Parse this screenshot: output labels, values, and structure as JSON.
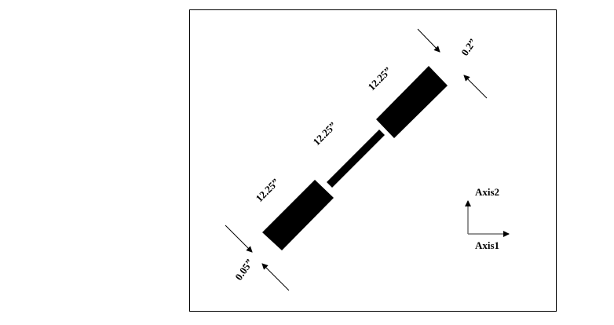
{
  "labels": {
    "top_width": "0.2”",
    "bottom_width": "0.05”",
    "length_upper": "12.25”",
    "length_middle": "12.25”",
    "length_lower": "12.25”",
    "axis1": "Axis1",
    "axis2": "Axis2"
  },
  "colors": {
    "specimen": "#000000",
    "axis": "#707070"
  }
}
